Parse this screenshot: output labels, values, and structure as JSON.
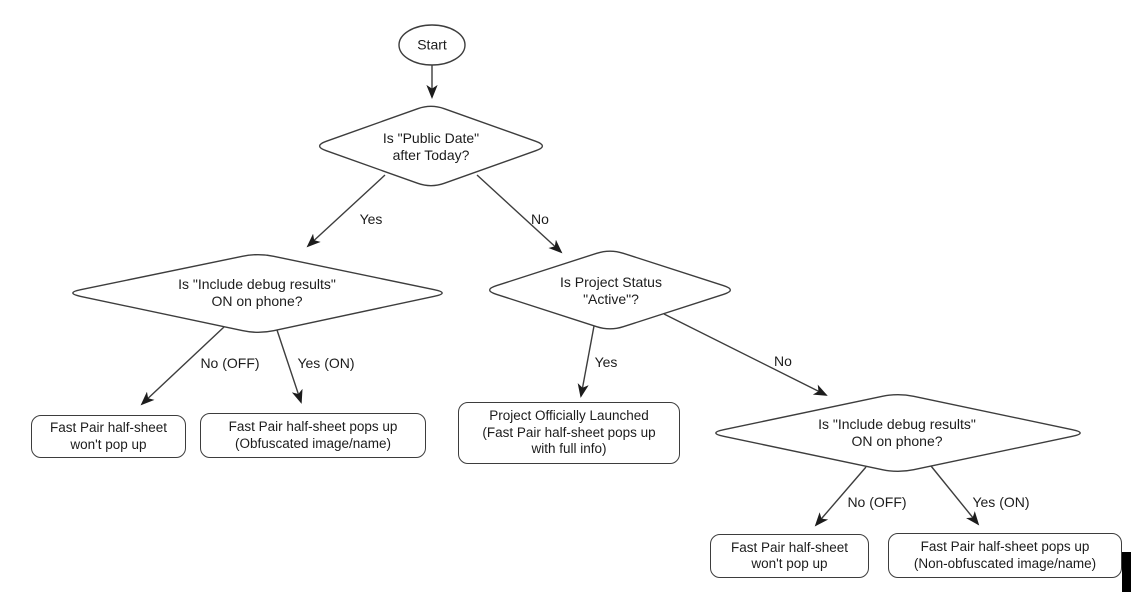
{
  "diagram": {
    "nodes": {
      "start": {
        "label": "Start"
      },
      "decision_public_date": {
        "label": "Is \"Public Date\"\nafter Today?"
      },
      "decision_debug_left": {
        "label": "Is \"Include debug results\"\nON on phone?"
      },
      "decision_project_status": {
        "label": "Is Project Status\n\"Active\"?"
      },
      "decision_debug_right": {
        "label": "Is \"Include debug results\"\nON on phone?"
      },
      "result_no_popup_left": {
        "label": "Fast Pair half-sheet\nwon't pop up"
      },
      "result_obfuscated": {
        "label": "Fast Pair half-sheet pops up\n(Obfuscated image/name)"
      },
      "result_launched": {
        "label": "Project Officially Launched\n(Fast Pair half-sheet pops up\nwith full info)"
      },
      "result_no_popup_right": {
        "label": "Fast Pair half-sheet\nwon't pop up"
      },
      "result_non_obfuscated": {
        "label": "Fast Pair half-sheet pops up\n(Non-obfuscated image/name)"
      }
    },
    "edge_labels": {
      "public_date_yes": "Yes",
      "public_date_no": "No",
      "debug_left_no": "No (OFF)",
      "debug_left_yes": "Yes (ON)",
      "project_status_yes": "Yes",
      "project_status_no": "No",
      "debug_right_no": "No (OFF)",
      "debug_right_yes": "Yes (ON)"
    },
    "colors": {
      "stroke": "#3d3d3d",
      "text": "#1c1c1c",
      "arrowhead": "#1c1c1c",
      "background": "#ffffff",
      "caret": "#000000"
    }
  }
}
